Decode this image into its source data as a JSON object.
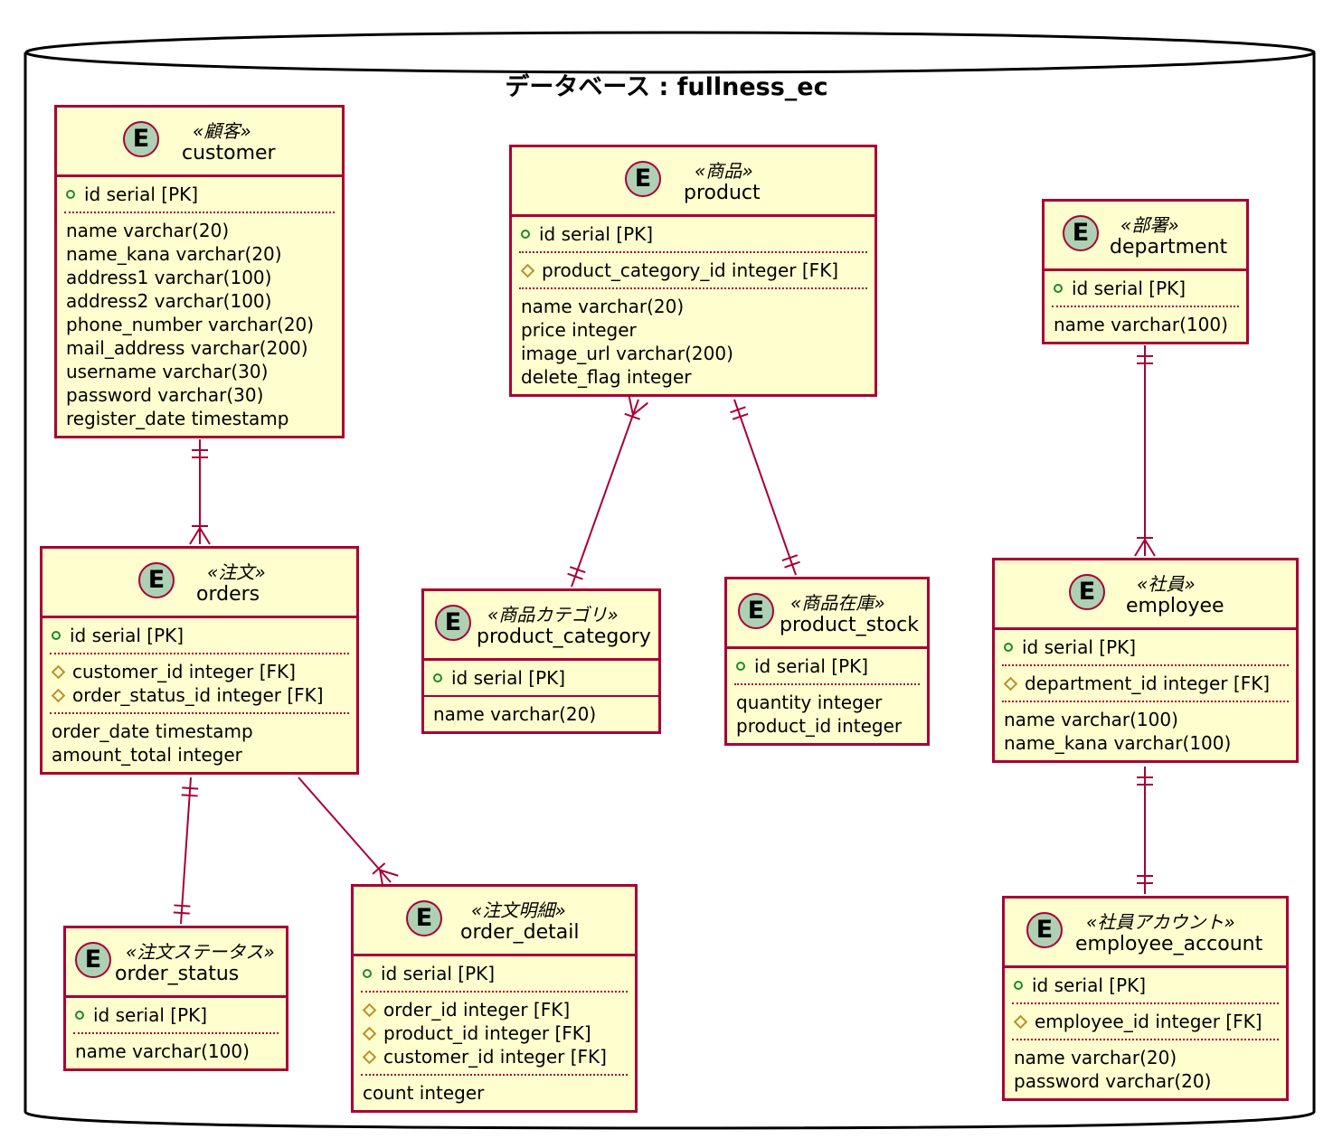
{
  "database_title": "データベース : fullness_ec",
  "colors": {
    "border": "#A80036",
    "entity_fill": "#FEFECE",
    "badge_fill": "#ADD1B2",
    "pk_marker": "#1B8A2E",
    "fk_marker": "#B8902E"
  },
  "badge_letter": "E",
  "entities": {
    "customer": {
      "stereotype": "«顧客»",
      "name": "customer",
      "pk": [
        "id serial [PK]"
      ],
      "fk": [],
      "attrs": [
        "name varchar(20)",
        "name_kana varchar(20)",
        "address1 varchar(100)",
        "address2 varchar(100)",
        "phone_number varchar(20)",
        "mail_address varchar(200)",
        "username varchar(30)",
        "password varchar(30)",
        "register_date timestamp"
      ]
    },
    "product": {
      "stereotype": "«商品»",
      "name": "product",
      "pk": [
        "id serial [PK]"
      ],
      "fk": [
        "product_category_id integer [FK]"
      ],
      "attrs": [
        "name varchar(20)",
        "price integer",
        "image_url varchar(200)",
        "delete_flag integer"
      ]
    },
    "department": {
      "stereotype": "«部署»",
      "name": "department",
      "pk": [
        "id serial [PK]"
      ],
      "fk": [],
      "attrs": [
        "name varchar(100)"
      ]
    },
    "orders": {
      "stereotype": "«注文»",
      "name": "orders",
      "pk": [
        "id serial [PK]"
      ],
      "fk": [
        "customer_id integer [FK]",
        "order_status_id integer [FK]"
      ],
      "attrs": [
        "order_date timestamp",
        "amount_total integer"
      ]
    },
    "product_category": {
      "stereotype": "«商品カテゴリ»",
      "name": "product_category",
      "pk": [
        "id serial [PK]"
      ],
      "fk": [],
      "attrs": [
        "name varchar(20)"
      ]
    },
    "product_stock": {
      "stereotype": "«商品在庫»",
      "name": "product_stock",
      "pk": [
        "id serial [PK]"
      ],
      "fk": [],
      "attrs": [
        "quantity integer",
        "product_id integer"
      ]
    },
    "employee": {
      "stereotype": "«社員»",
      "name": "employee",
      "pk": [
        "id serial [PK]"
      ],
      "fk": [
        "department_id integer [FK]"
      ],
      "attrs": [
        "name varchar(100)",
        "name_kana varchar(100)"
      ]
    },
    "order_status": {
      "stereotype": "«注文ステータス»",
      "name": "order_status",
      "pk": [
        "id serial [PK]"
      ],
      "fk": [],
      "attrs": [
        "name varchar(100)"
      ]
    },
    "order_detail": {
      "stereotype": "«注文明細»",
      "name": "order_detail",
      "pk": [
        "id serial [PK]"
      ],
      "fk": [
        "order_id integer [FK]",
        "product_id integer [FK]",
        "customer_id integer [FK]"
      ],
      "attrs": [
        "count integer"
      ]
    },
    "employee_account": {
      "stereotype": "«社員アカウント»",
      "name": "employee_account",
      "pk": [
        "id serial [PK]"
      ],
      "fk": [
        "employee_id integer [FK]"
      ],
      "attrs": [
        "name varchar(20)",
        "password varchar(20)"
      ]
    }
  },
  "relationships": [
    {
      "from": "customer",
      "to": "orders",
      "from_card": "one-mandatory",
      "to_card": "one-or-many"
    },
    {
      "from": "orders",
      "to": "order_status",
      "from_card": "one-mandatory",
      "to_card": "one-mandatory"
    },
    {
      "from": "orders",
      "to": "order_detail",
      "from_card": "none",
      "to_card": "one-or-many"
    },
    {
      "from": "product",
      "to": "product_category",
      "from_card": "one-or-many",
      "to_card": "one-mandatory"
    },
    {
      "from": "product",
      "to": "product_stock",
      "from_card": "one-mandatory",
      "to_card": "one-mandatory"
    },
    {
      "from": "department",
      "to": "employee",
      "from_card": "one-mandatory",
      "to_card": "one-or-many"
    },
    {
      "from": "employee",
      "to": "employee_account",
      "from_card": "one-mandatory",
      "to_card": "one-mandatory"
    }
  ]
}
